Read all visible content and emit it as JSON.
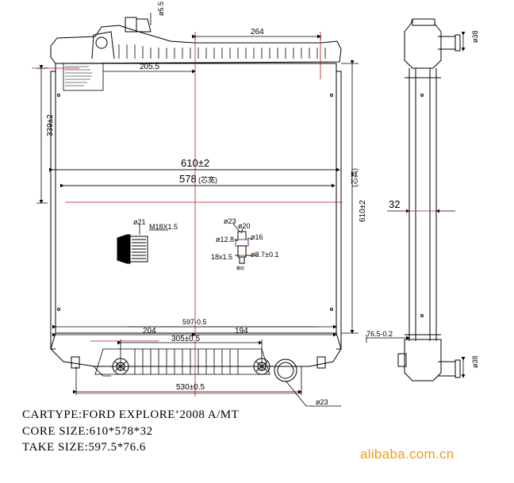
{
  "dimensions": {
    "top_width": "264",
    "inner_offset": "205.5",
    "side_height": "339±2",
    "overall_width": "610±2",
    "core_width": "578",
    "core_width_note": "(芯宽)",
    "core_height": "610±2",
    "core_height_note": "(芯高)",
    "thickness": "32",
    "pipe_dia_top": "ø38",
    "pipe_dia_bottom": "ø38",
    "take_width": "597-0.5",
    "left_span": "204",
    "right_span": "194",
    "hole_span": "305±0.5",
    "bottom_span": "530±0.5",
    "outlet_dia": "ø23",
    "side_depth": "76.5-0.2",
    "fitting_thread": "M18X1.5",
    "fitting_dia": "ø21",
    "valve_d23": "ø23",
    "valve_d20": "ø20",
    "valve_d12": "ø12.8",
    "valve_d16": "ø16",
    "valve_thread": "18x1.5",
    "valve_d8": "ø8.7±0.1",
    "cap_height": "ø5.5",
    "small_note": "螺纹"
  },
  "specs": {
    "cartype": "CARTYPE:FORD EXPLORE’2008  A/MT",
    "core_size": "CORE SIZE:610*578*32",
    "take_size": "TAKE SIZE:597.5*76.6"
  },
  "watermark": "alibaba.com.cn"
}
